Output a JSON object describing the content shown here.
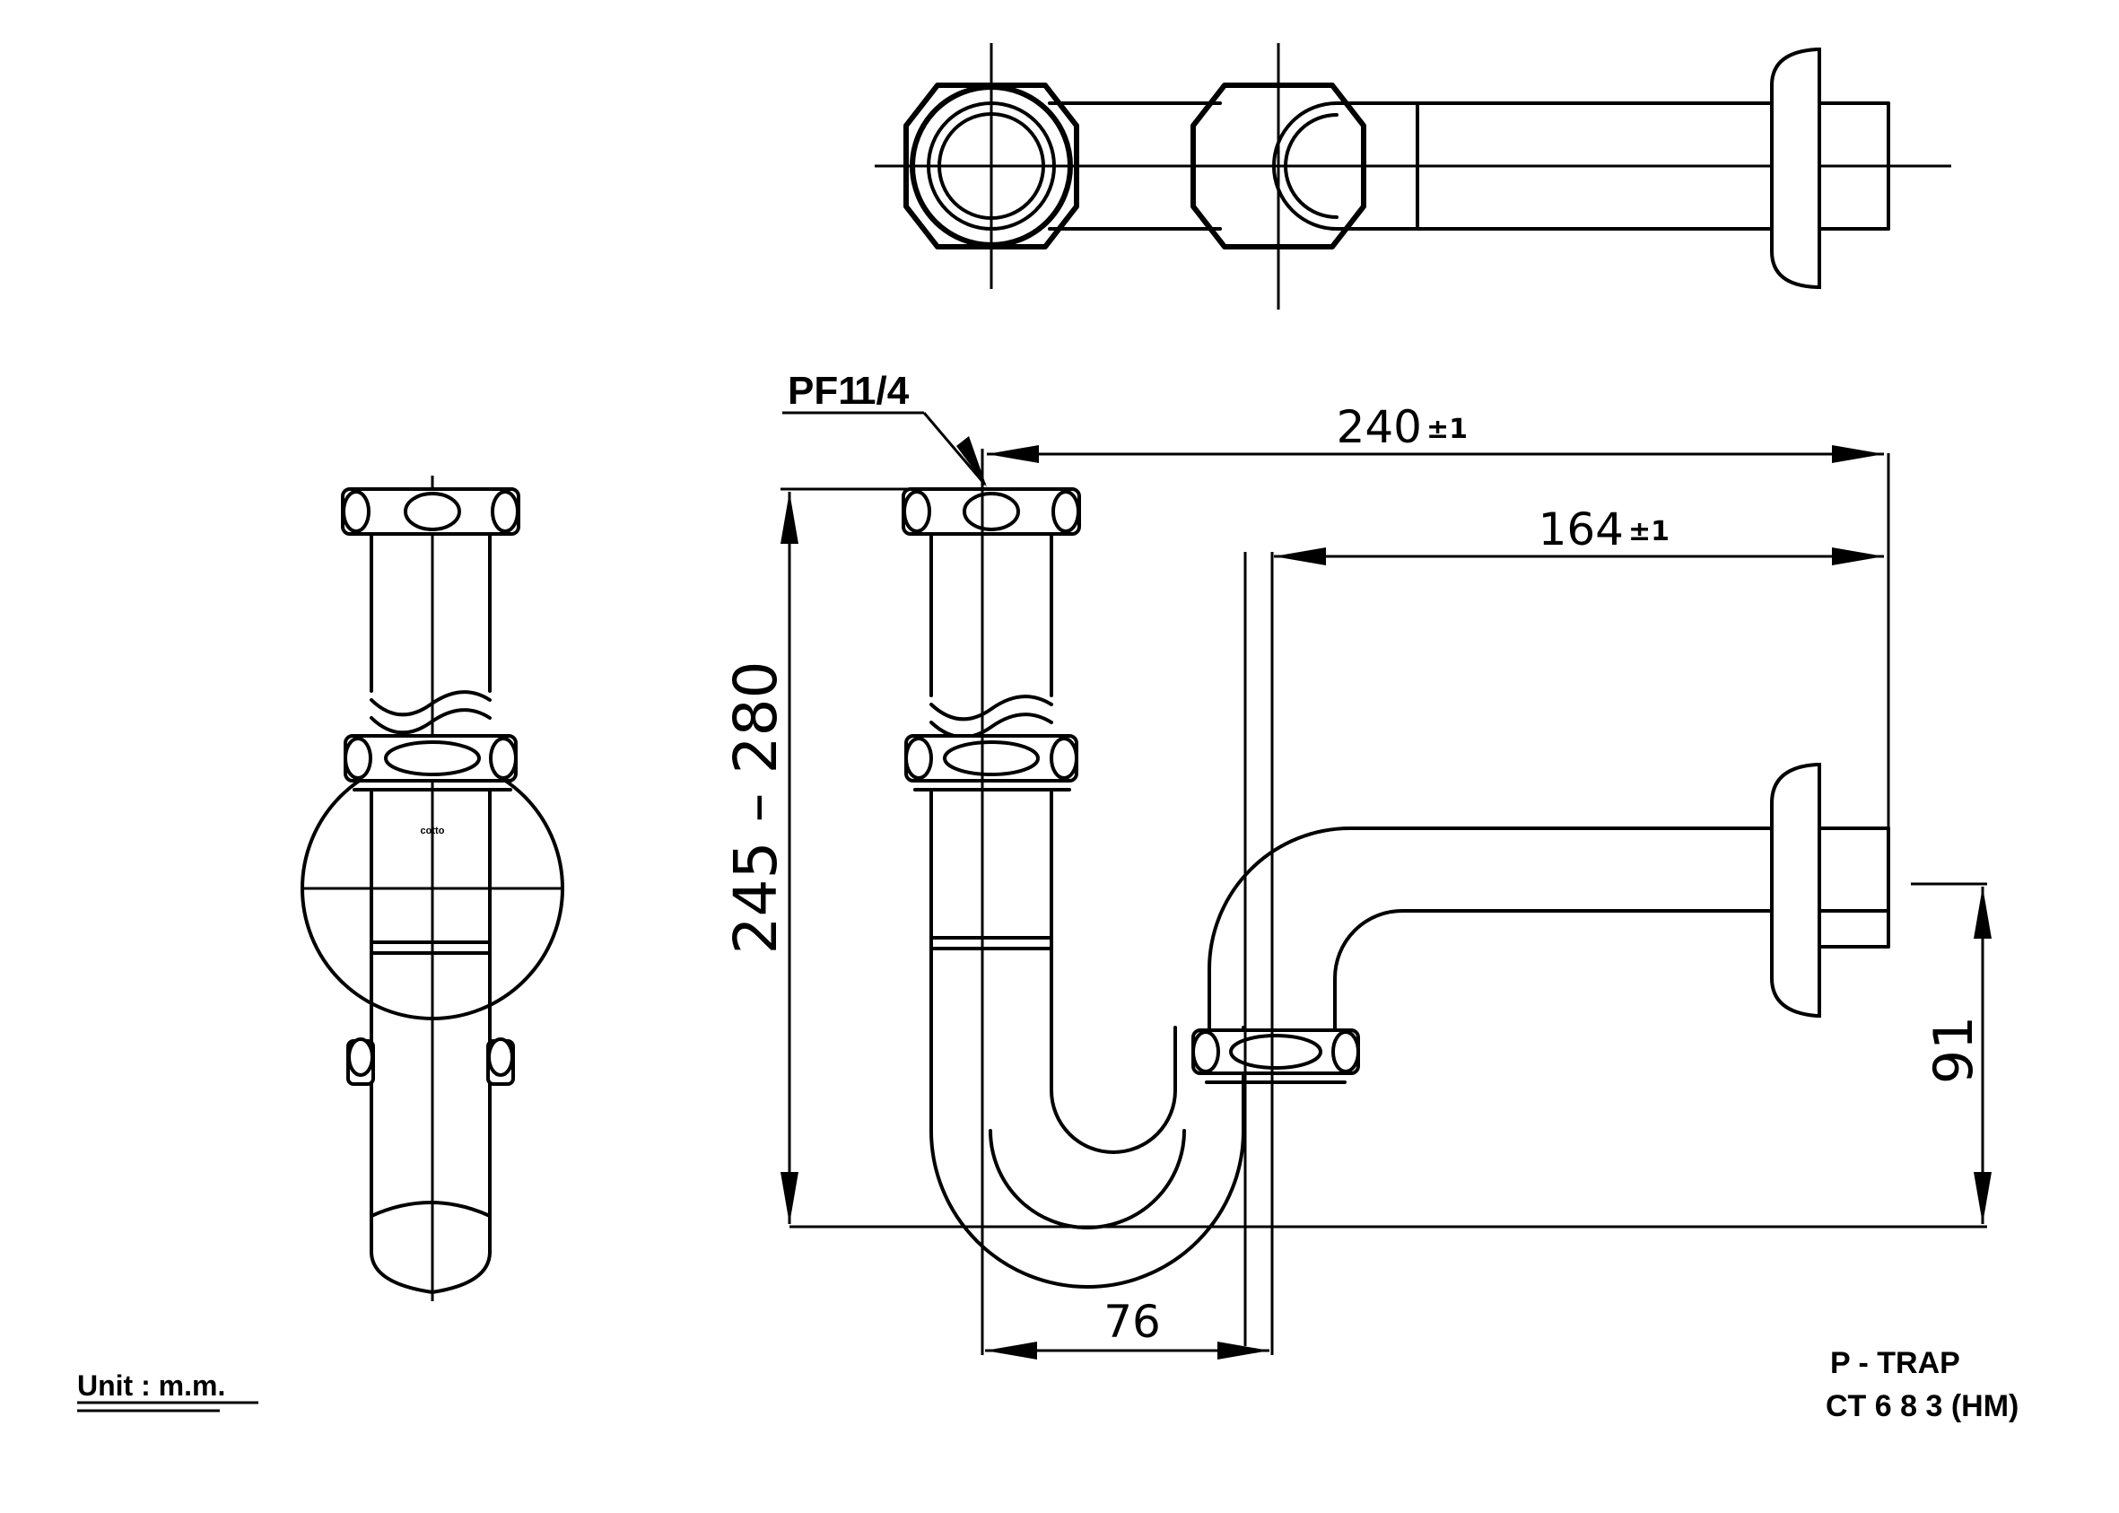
{
  "thread_label": {
    "main": "PF1",
    "fraction": "1/4"
  },
  "dimensions": {
    "outlet_length": {
      "value": "240",
      "tolerance": "±1"
    },
    "offset_length": {
      "value": "164",
      "tolerance": "±1"
    },
    "overall_height": "245 – 280",
    "bend_width": "76",
    "outlet_height": "91"
  },
  "unit_label": "Unit : m.m.",
  "product": {
    "name": "P - TRAP",
    "model": "CT 6 8 3 (HM)"
  },
  "logo_text": "cotto"
}
